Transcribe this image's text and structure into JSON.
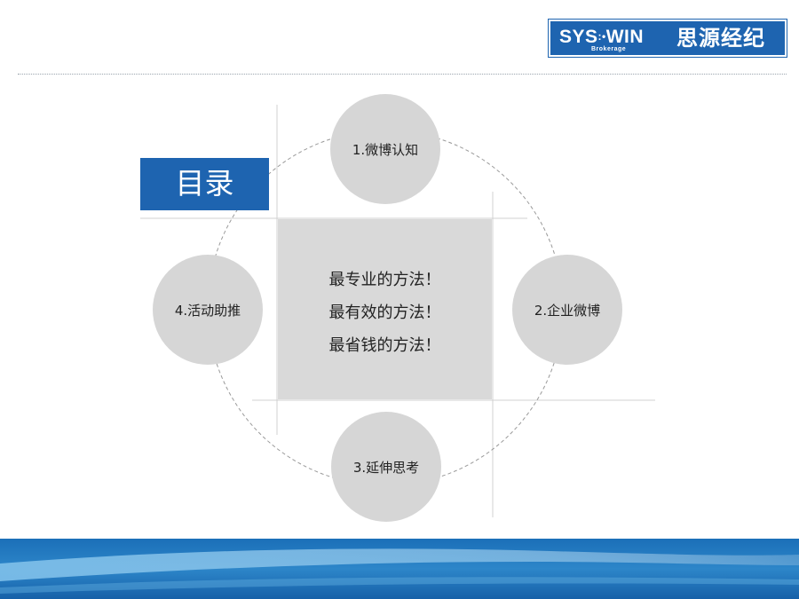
{
  "logo": {
    "brand": "SYS",
    "brand_b": "WIN",
    "sub": "Brokerage",
    "chinese": "思源经纪"
  },
  "title": "目录",
  "center_lines": [
    "最专业的方法！",
    "最有效的方法！",
    "最省钱的方法！"
  ],
  "items": [
    "1.微博认知",
    "2.企业微博",
    "3.延伸思考",
    "4.活动助推"
  ],
  "colors": {
    "brand_blue": "#1e64b0",
    "circle_gray": "#d6d6d6",
    "box_gray": "#d9d9d9"
  }
}
